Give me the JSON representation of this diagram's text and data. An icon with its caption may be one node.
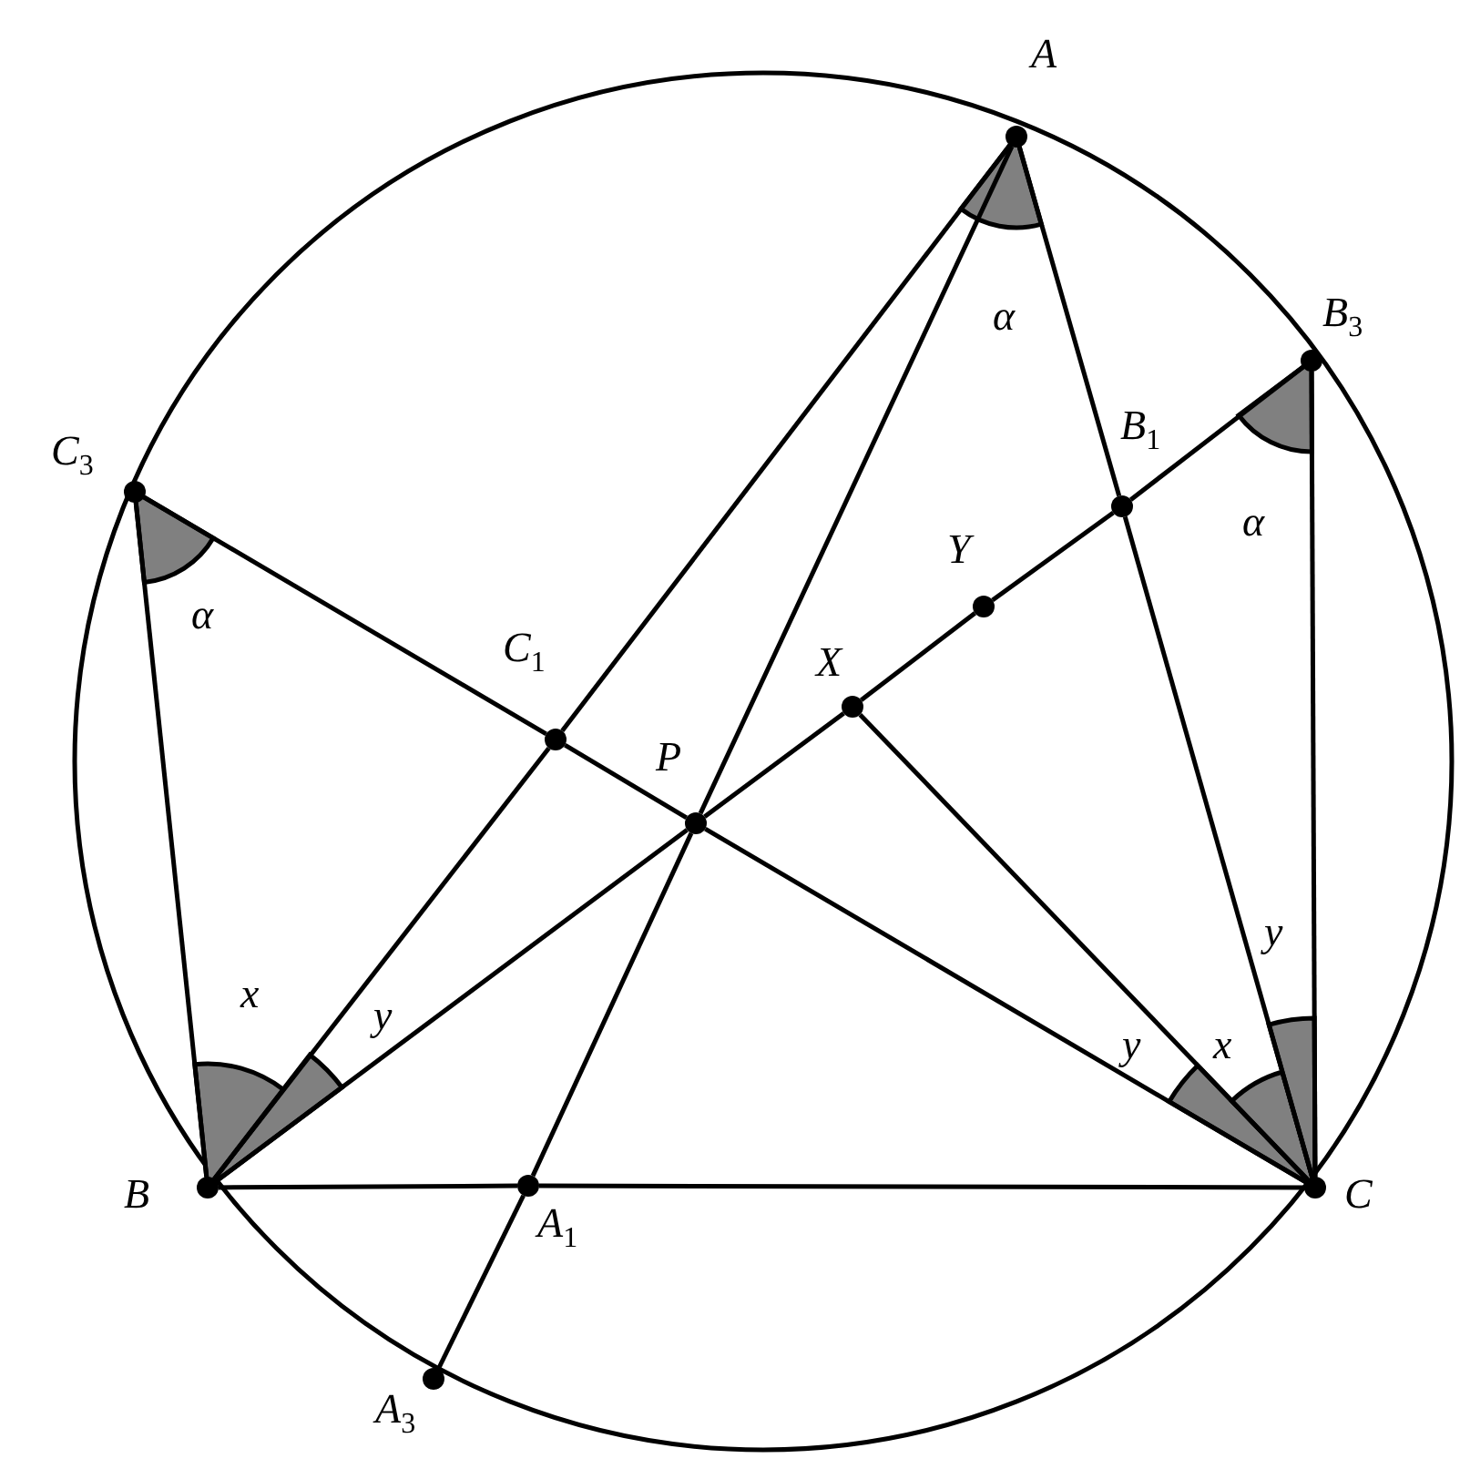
{
  "diagram": {
    "nodes": [
      {
        "text": [],
        "shape": "circle",
        "beside": [
          "A"
        ]
      },
      {
        "text": [],
        "shape": "circle",
        "beside": [
          "B$_{3}$"
        ]
      },
      {
        "text": [],
        "shape": "circle",
        "beside": [
          "C$_{3}$"
        ]
      },
      {
        "text": [],
        "shape": "circle",
        "beside": [
          "B$_{1}$"
        ]
      },
      {
        "text": [],
        "shape": "circle",
        "beside": [
          "Y"
        ]
      },
      {
        "text": [],
        "shape": "circle",
        "beside": [
          "X"
        ]
      },
      {
        "text": [],
        "shape": "circle",
        "beside": [
          "C$_{1}$"
        ]
      },
      {
        "text": [],
        "shape": "circle",
        "beside": [
          "P"
        ]
      },
      {
        "text": [],
        "shape": "circle",
        "beside": [
          "B"
        ]
      },
      {
        "text": [],
        "shape": "circle",
        "beside": [
          "A$_{1}$"
        ]
      },
      {
        "text": [],
        "shape": "circle",
        "beside": [
          "C"
        ]
      },
      {
        "text": [],
        "shape": "circle",
        "beside": [
          "A$_{3}$"
        ]
      }
    ],
    "edges": [
      {
        "from": 0,
        "to": 6,
        "arrow": "none"
      },
      {
        "from": 6,
        "to": 8,
        "arrow": "none"
      },
      {
        "from": 0,
        "to": 3,
        "arrow": "none"
      },
      {
        "from": 3,
        "to": 10,
        "arrow": "none"
      },
      {
        "from": 8,
        "to": 9,
        "arrow": "none"
      },
      {
        "from": 9,
        "to": 10,
        "arrow": "none"
      },
      {
        "from": 0,
        "to": 7,
        "arrow": "none"
      },
      {
        "from": 7,
        "to": 9,
        "arrow": "none"
      },
      {
        "from": 9,
        "to": 11,
        "arrow": "none"
      },
      {
        "from": 8,
        "to": 7,
        "arrow": "none"
      },
      {
        "from": 7,
        "to": 5,
        "arrow": "none"
      },
      {
        "from": 5,
        "to": 4,
        "arrow": "none"
      },
      {
        "from": 4,
        "to": 3,
        "arrow": "none"
      },
      {
        "from": 3,
        "to": 1,
        "arrow": "none"
      },
      {
        "from": 10,
        "to": 7,
        "arrow": "none"
      },
      {
        "from": 7,
        "to": 6,
        "arrow": "none"
      },
      {
        "from": 6,
        "to": 2,
        "arrow": "none"
      },
      {
        "from": 8,
        "to": 2,
        "arrow": "none"
      },
      {
        "from": 10,
        "to": 1,
        "arrow": "none"
      },
      {
        "from": 5,
        "to": 10,
        "arrow": "none"
      }
    ],
    "labels": [
      "α",
      "α",
      "α",
      "y",
      "x",
      "y",
      "y",
      "x"
    ]
  }
}
